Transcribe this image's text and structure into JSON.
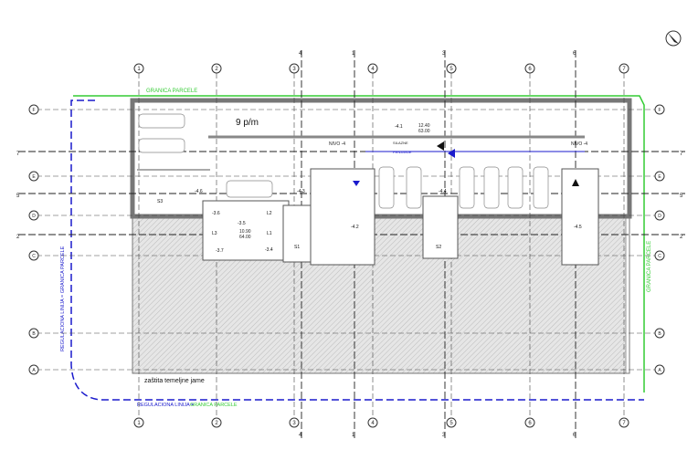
{
  "plan": {
    "parcel_label_top": "GRANICA PARCELE",
    "parcel_label_right": "GRANICA PARCELE",
    "regulation_left": "REGULACIONA LINIJA = GRANICA PARCELE",
    "regulation_bottom": "REGULACIONA LINIJA =",
    "regulation_bottom_green": "GRANICA PARCELE",
    "parking_count": "9 p/m",
    "level_label_1": "NIVO  -4",
    "level_label_2": "NIVO  -4",
    "slope_up": "SILAZNE",
    "slope_down": "PENJANJE",
    "pit_protection": "zaštita temeljne jame",
    "area_1": {
      "value": "12.40",
      "sub": "63.00"
    },
    "area_2": {
      "value": "10.90",
      "sub": "64.00"
    },
    "rooms": [
      "-4.1",
      "-4.6",
      "-4.3",
      "-3.6",
      "-3.5",
      "-3.7",
      "-3.4",
      "L2",
      "L1",
      "L3",
      "S3",
      "S1",
      "S2",
      "-4.2",
      "-4.4",
      "-4.5"
    ],
    "grid_columns": [
      "1",
      "2",
      "3",
      "4",
      "5",
      "6",
      "7"
    ],
    "grid_rows": [
      "F",
      "E",
      "D",
      "C",
      "B",
      "A"
    ],
    "section_marks_vertical": [
      "4",
      "1",
      "3",
      "6"
    ],
    "section_marks_horizontal": [
      "7",
      "5",
      "2"
    ]
  },
  "colors": {
    "parcel": "#33cc33",
    "regulation": "#1a1acc",
    "wall": "#8a8a8a",
    "hatch": "#d8d8d8"
  }
}
